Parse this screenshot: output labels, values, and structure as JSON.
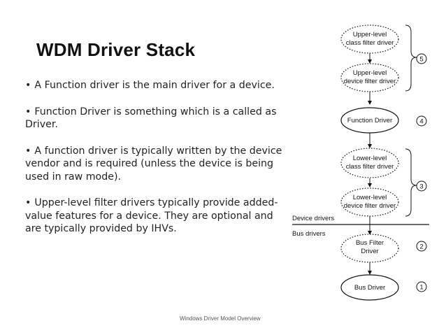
{
  "slide": {
    "title": "WDM Driver Stack",
    "bullets": [
      "A Function driver is the main driver for a device.",
      "Function Driver is something which is a called as Driver.",
      "A function driver is typically written by the device vendor and is required (unless the device is being used in raw mode).",
      "Upper-level filter drivers typically provide added-value features for a device. They are optional and are typically provided by IHVs."
    ],
    "bullet_char": "•",
    "footer": "Windows Driver Model Overview"
  },
  "diagram": {
    "nodes": [
      {
        "line1": "Upper-level",
        "line2": "class filter driver",
        "style": "dashed"
      },
      {
        "line1": "Upper-level",
        "line2": "device filter driver",
        "style": "dashed"
      },
      {
        "line1": "Function Driver",
        "line2": "",
        "style": "solid"
      },
      {
        "line1": "Lower-level",
        "line2": "class filter driver",
        "style": "dashed"
      },
      {
        "line1": "Lower-level",
        "line2": "device filter driver",
        "style": "dashed"
      },
      {
        "line1": "Bus Filter",
        "line2": "Driver",
        "style": "dashed"
      },
      {
        "line1": "Bus Driver",
        "line2": "",
        "style": "solid"
      }
    ],
    "labels": {
      "device_drivers": "Device drivers",
      "bus_drivers": "Bus drivers"
    },
    "numbers": [
      "5",
      "4",
      "3",
      "2",
      "1"
    ]
  }
}
